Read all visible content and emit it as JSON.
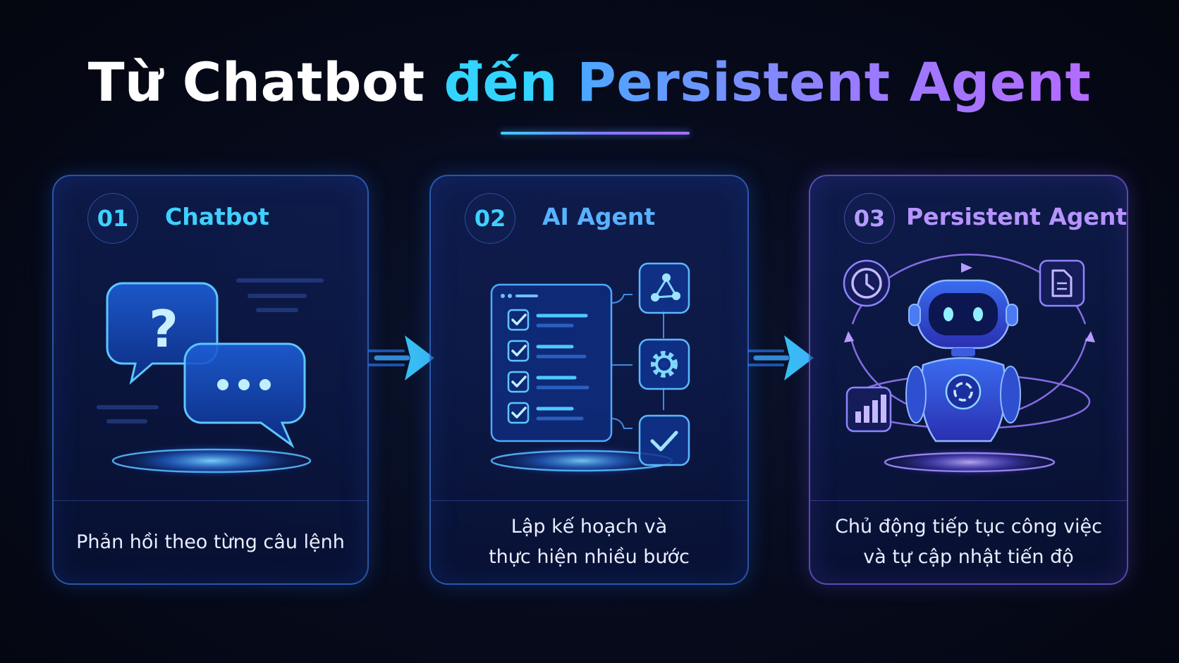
{
  "title": {
    "part1": "Từ Chatbot",
    "part2": "đến",
    "part3": "Persistent Agent"
  },
  "colors": {
    "background": "#060a1a",
    "cyan": "#33d4ff",
    "blue": "#2f8cff",
    "purple": "#9a7bff"
  },
  "cards": [
    {
      "number": "01",
      "title": "Chatbot",
      "description": [
        "Phản hồi theo từng câu lệnh"
      ],
      "icons": [
        "question-bubble-icon",
        "ellipsis-bubble-icon"
      ]
    },
    {
      "number": "02",
      "title": "AI Agent",
      "description": [
        "Lập kế hoạch và",
        "thực hiện nhiều bước"
      ],
      "icons": [
        "checklist-icon",
        "share-nodes-icon",
        "gear-icon",
        "check-icon"
      ]
    },
    {
      "number": "03",
      "title": "Persistent Agent",
      "description": [
        "Chủ động tiếp tục công việc",
        "và tự cập nhật tiến độ"
      ],
      "icons": [
        "robot-icon",
        "clock-icon",
        "document-icon",
        "bar-chart-icon"
      ]
    }
  ]
}
